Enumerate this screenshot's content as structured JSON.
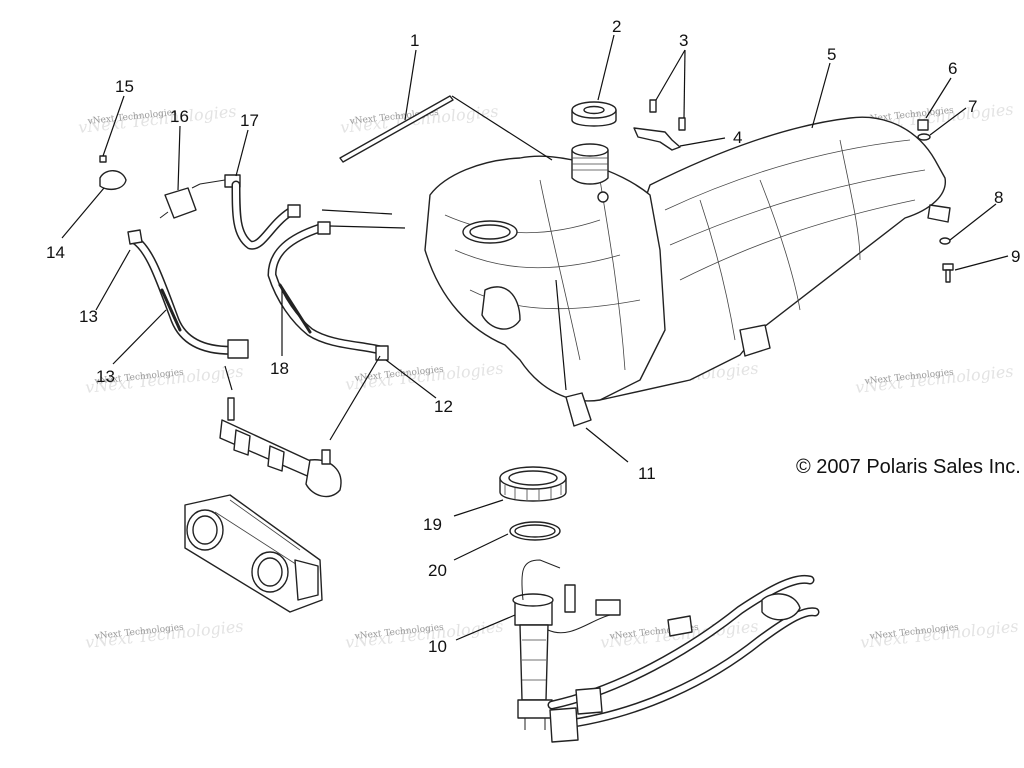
{
  "copyright": "© 2007 Polaris Sales Inc.",
  "watermark": "vNext Technologies",
  "callouts": [
    "1",
    "2",
    "3",
    "4",
    "5",
    "6",
    "7",
    "8",
    "9",
    "10",
    "11",
    "12",
    "13",
    "14",
    "15",
    "16",
    "17",
    "18",
    "19",
    "20"
  ],
  "callout_13b": "13"
}
